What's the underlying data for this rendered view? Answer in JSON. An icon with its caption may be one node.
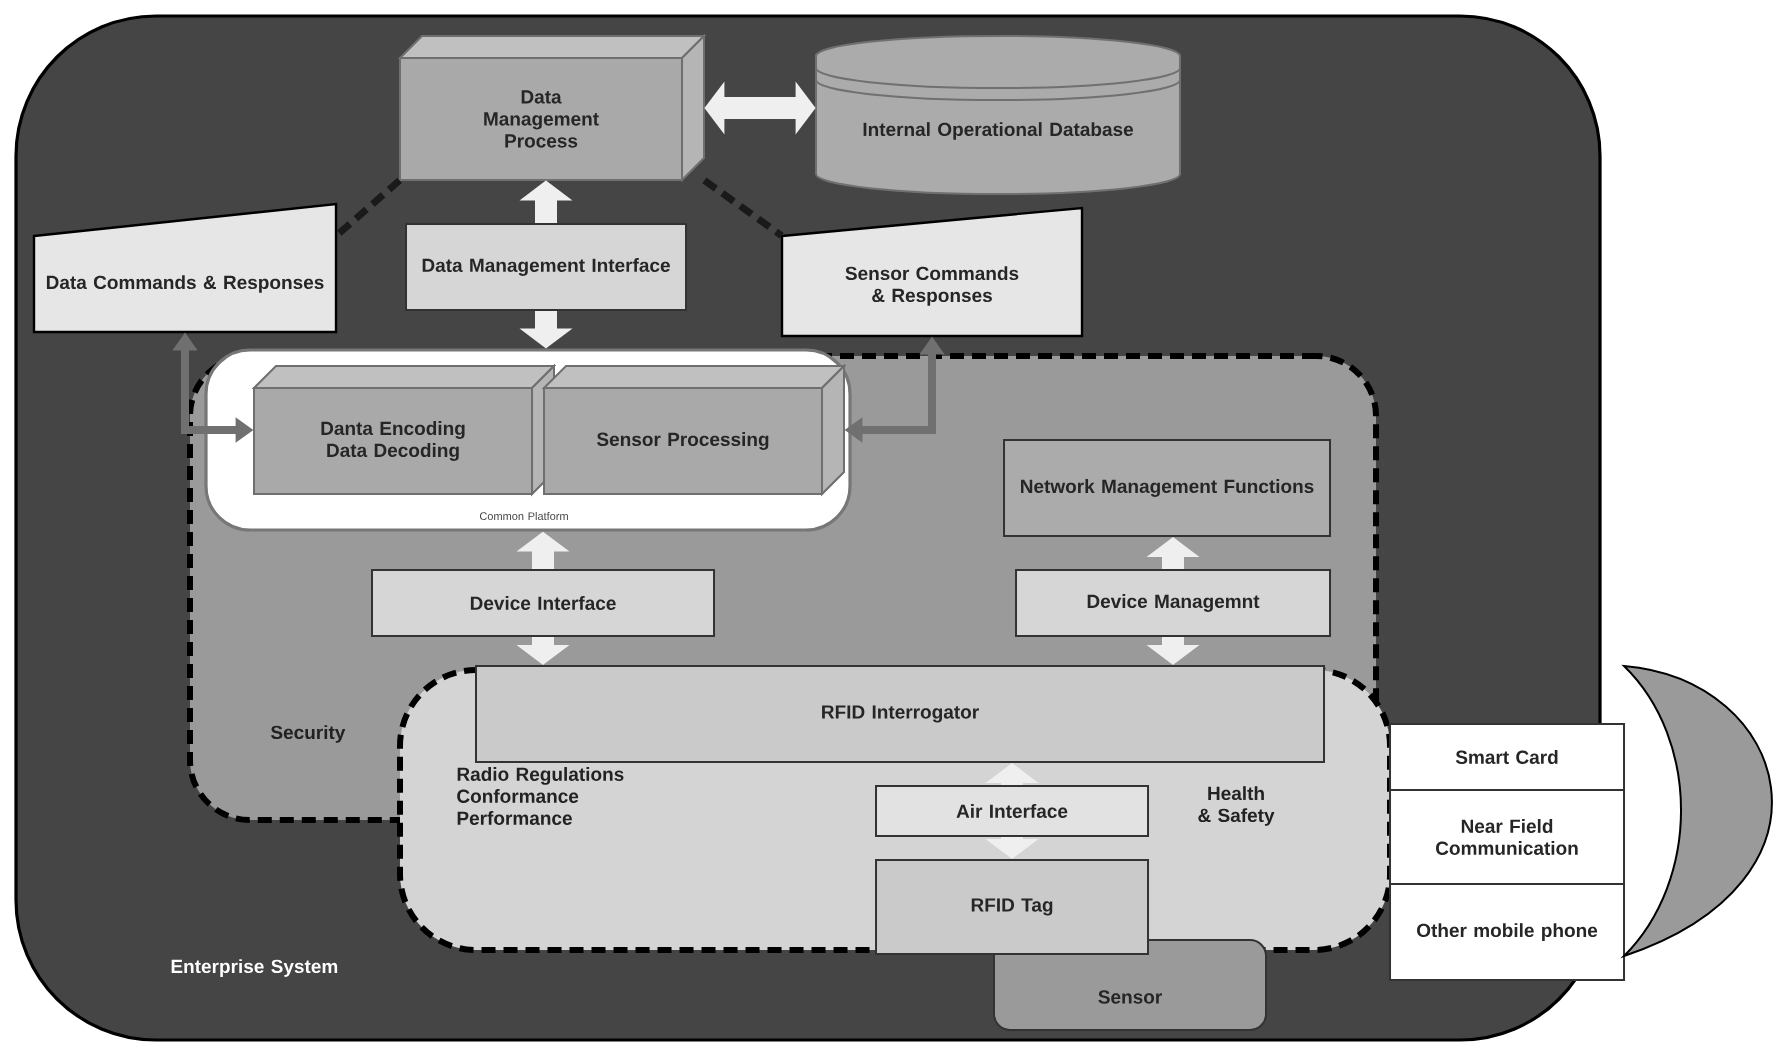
{
  "diagram": {
    "nodes": [
      {
        "text": [
          "Enterprise System"
        ]
      },
      {
        "text": [
          "Data Management Process"
        ],
        "in": 0
      },
      {
        "text": [
          "Internal Operational Database"
        ],
        "in": 0
      },
      {
        "text": [
          "Data Commands & Responses"
        ],
        "in": 0
      },
      {
        "text": [
          "Data Management Interface"
        ],
        "in": 0
      },
      {
        "text": [
          "Sensor Commands & Responses"
        ],
        "in": 0
      },
      {
        "text": [
          "Security"
        ],
        "in": 0
      },
      {
        "text": [
          "Common Platform"
        ],
        "in": 6
      },
      {
        "text": [
          "Danta Encoding Data Decoding"
        ],
        "in": 7
      },
      {
        "text": [
          "Sensor Processing"
        ],
        "in": 7
      },
      {
        "text": [
          "Network Management Functions"
        ],
        "in": 6
      },
      {
        "text": [
          "Device Interface"
        ],
        "in": 6
      },
      {
        "text": [
          "Device Managemnt"
        ],
        "in": 6
      },
      {
        "text": [
          "Radio Regulations Conformance Performance",
          "Health & Safety"
        ],
        "in": 0
      },
      {
        "text": [
          "RFID Interrogator"
        ]
      },
      {
        "text": [
          "Air Interface"
        ],
        "in": 13
      },
      {
        "text": [
          "RFID Tag"
        ],
        "in": 13
      },
      {
        "text": [
          "Sensor"
        ],
        "in": 0
      },
      {
        "text": [
          "Smart Card"
        ]
      },
      {
        "text": [
          "Near Field Communication"
        ]
      },
      {
        "text": [
          "Other mobile phone"
        ]
      }
    ],
    "edges": [
      {
        "from": 1,
        "to": 2,
        "arrow": "both"
      },
      {
        "from": 1,
        "to": 3,
        "arrow": "none",
        "style": "dashed",
        "color": "#1a1a1a"
      },
      {
        "from": 1,
        "to": 5,
        "arrow": "none",
        "style": "dashed",
        "color": "#1a1a1a"
      },
      {
        "from": 4,
        "to": 1,
        "arrow": "to"
      },
      {
        "from": 4,
        "to": 7,
        "arrow": "to"
      },
      {
        "from": 3,
        "to": 8,
        "arrow": "both",
        "color": "#707070"
      },
      {
        "from": 5,
        "to": 9,
        "arrow": "both",
        "color": "#707070"
      },
      {
        "from": 11,
        "to": 7,
        "arrow": "to"
      },
      {
        "from": 11,
        "to": 14,
        "arrow": "to"
      },
      {
        "from": 12,
        "to": 10,
        "arrow": "to"
      },
      {
        "from": 12,
        "to": 14,
        "arrow": "to"
      },
      {
        "from": 15,
        "to": 14,
        "arrow": "to"
      },
      {
        "from": 15,
        "to": 16,
        "arrow": "to"
      }
    ]
  }
}
